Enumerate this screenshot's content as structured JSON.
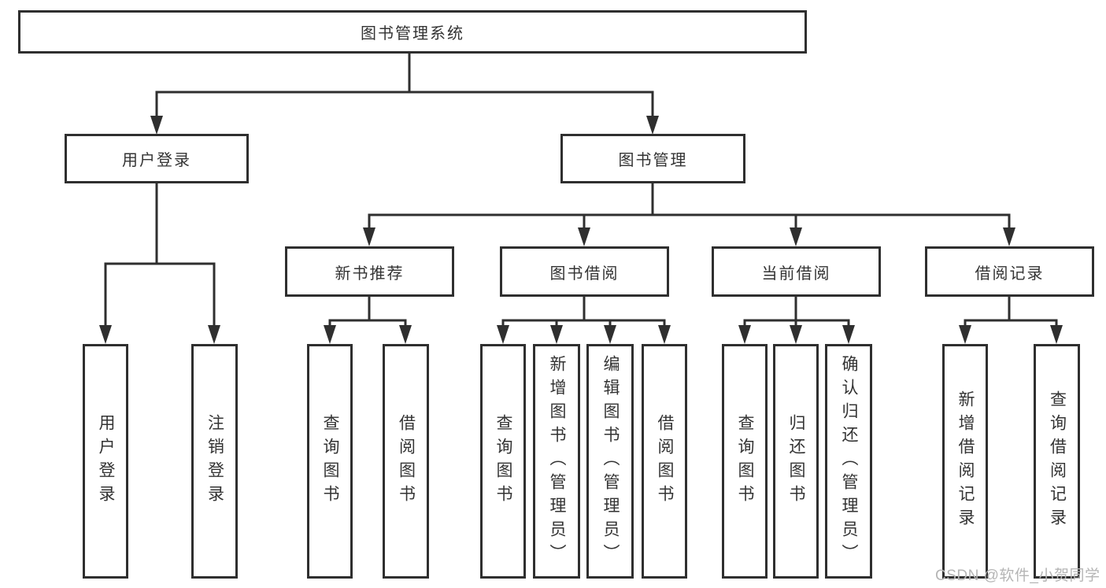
{
  "diagram": {
    "root": {
      "label": "图书管理系统"
    },
    "branches": [
      {
        "label": "用户登录",
        "children": [
          {
            "label": "用户登录"
          },
          {
            "label": "注销登录"
          }
        ]
      },
      {
        "label": "图书管理",
        "groups": [
          {
            "label": "新书推荐",
            "children": [
              {
                "label": "查询图书"
              },
              {
                "label": "借阅图书"
              }
            ]
          },
          {
            "label": "图书借阅",
            "children": [
              {
                "label": "查询图书"
              },
              {
                "label": "新增图书（管理员）"
              },
              {
                "label": "编辑图书（管理员）"
              },
              {
                "label": "借阅图书"
              }
            ]
          },
          {
            "label": "当前借阅",
            "children": [
              {
                "label": "查询图书"
              },
              {
                "label": "归还图书"
              },
              {
                "label": "确认归还（管理员）"
              }
            ]
          },
          {
            "label": "借阅记录",
            "children": [
              {
                "label": "新增借阅记录"
              },
              {
                "label": "查询借阅记录"
              }
            ]
          }
        ]
      }
    ]
  },
  "watermark": {
    "text": "CSDN @软件_小贺同学"
  },
  "colors": {
    "line": "#2f2f2f",
    "box_border": "#2f2f2f",
    "text": "#333333",
    "watermark_text": "#b5b5b5",
    "background": "#ffffff"
  }
}
